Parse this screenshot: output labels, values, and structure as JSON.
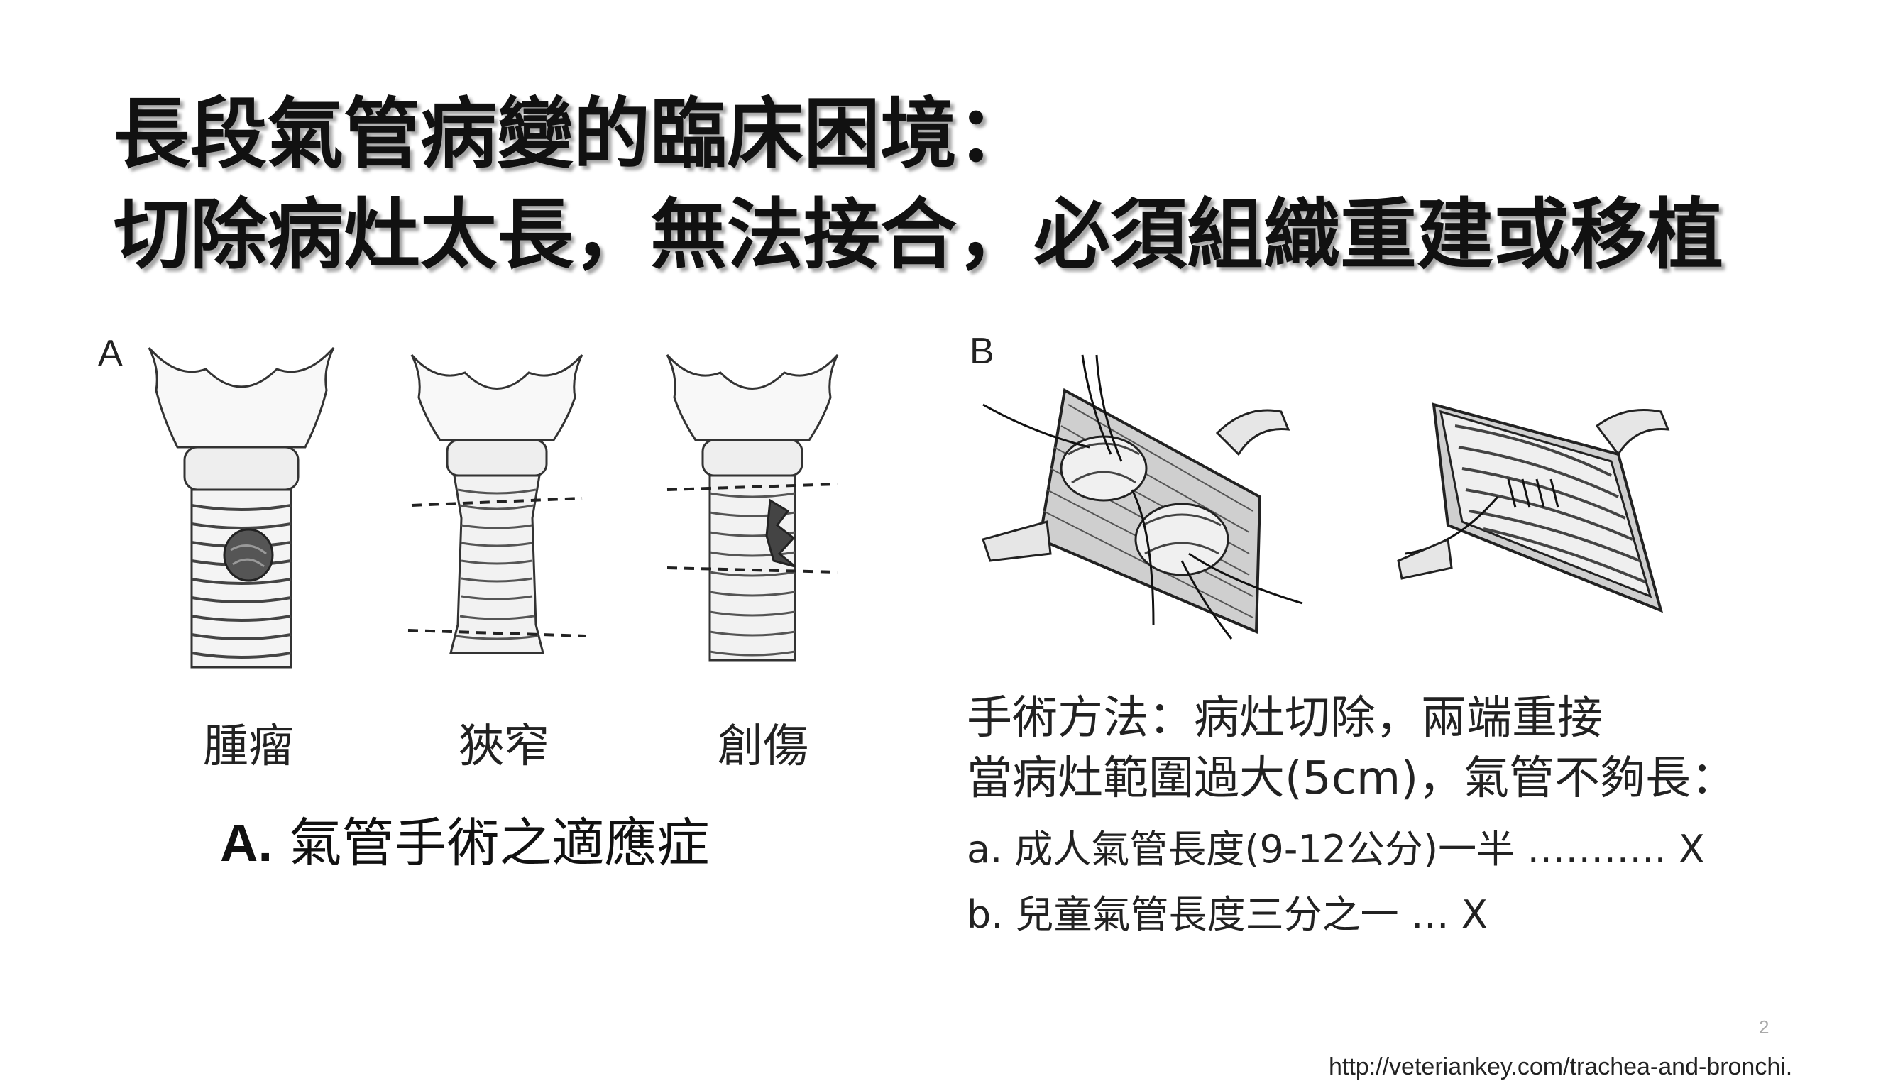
{
  "title": {
    "line1": "長段氣管病變的臨床困境：",
    "line2": "切除病灶太長，無法接合，必須組織重建或移植"
  },
  "panel_a": {
    "letter": "A",
    "captions": [
      "腫瘤",
      "狹窄",
      "創傷"
    ],
    "subtitle_bold": "A.",
    "subtitle_text": "氣管手術之適應症"
  },
  "panel_b": {
    "letter": "B",
    "method_line1": "手術方法：病灶切除，兩端重接",
    "method_line2": "當病灶範圍過大(5cm)，氣管不夠長：",
    "criteria": [
      "a. 成人氣管長度(9-12公分)一半 ……….. X",
      "b. 兒童氣管長度三分之一 … X"
    ]
  },
  "footer": {
    "page_number": "2",
    "source": "http://veteriankey.com/trachea-and-bronchi."
  }
}
